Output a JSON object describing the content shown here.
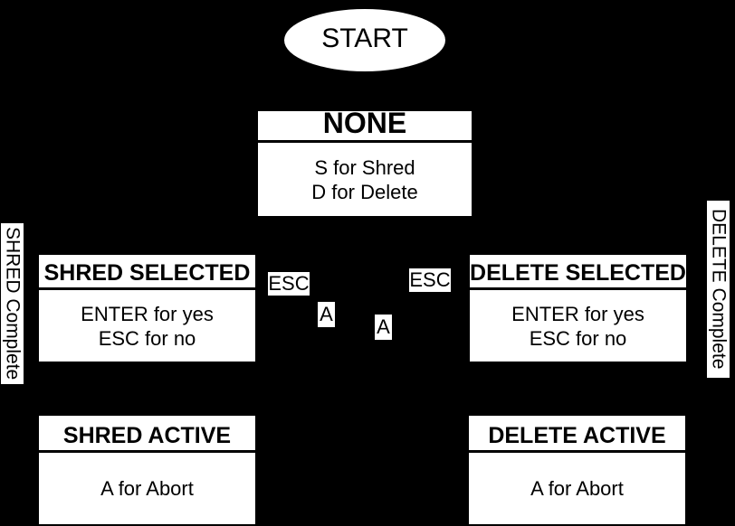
{
  "diagram": {
    "background_color": "#000000",
    "node_fill_color": "#ffffff",
    "node_text_color": "#000000",
    "start_label": "START",
    "states": [
      {
        "name": "none",
        "title": "NONE",
        "lines": [
          "S for Shred",
          "D for Delete"
        ]
      },
      {
        "name": "shred-selected",
        "title": "SHRED SELECTED",
        "lines": [
          "ENTER for yes",
          "ESC for no"
        ]
      },
      {
        "name": "delete-selected",
        "title": "DELETE SELECTED",
        "lines": [
          "ENTER for yes",
          "ESC for no"
        ]
      },
      {
        "name": "shred-active",
        "title": "SHRED ACTIVE",
        "lines": [
          "A for Abort"
        ]
      },
      {
        "name": "delete-active",
        "title": "DELETE ACTIVE",
        "lines": [
          "A for Abort"
        ]
      }
    ],
    "edge_labels": {
      "esc_left": "ESC",
      "esc_right": "ESC",
      "abort_left": "A",
      "abort_right": "A",
      "shred_complete": "SHRED Complete",
      "delete_complete": "DELETE Complete"
    }
  }
}
